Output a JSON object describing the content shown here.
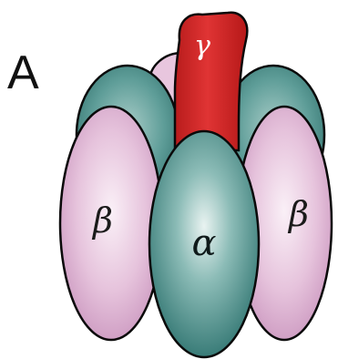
{
  "panel_label": "A",
  "subunits": {
    "alpha": {
      "symbol": "α"
    },
    "beta_left": {
      "symbol": "β"
    },
    "beta_right": {
      "symbol": "β"
    },
    "gamma": {
      "symbol": "γ"
    }
  },
  "colors": {
    "alpha_fill": "#4f9590",
    "beta_fill": "#e3bfda",
    "gamma_fill": "#d62a2a",
    "outline": "#0a0a0a"
  }
}
